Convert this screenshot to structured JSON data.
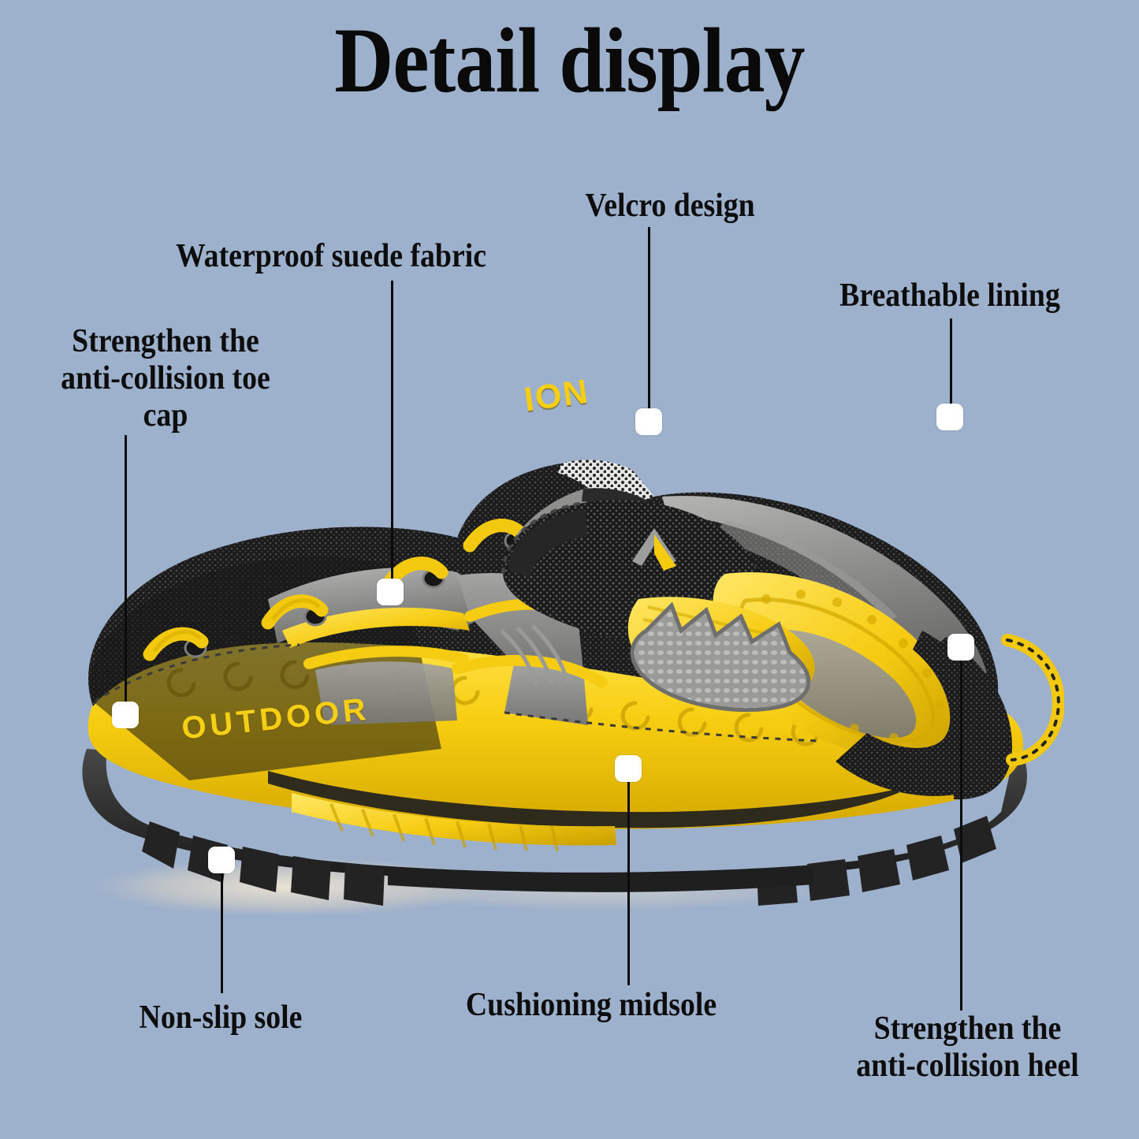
{
  "page": {
    "title": "Detail display",
    "background_color": "#9db0cc",
    "text_color": "#0d0d0d",
    "accent_yellow": "#f5cc12",
    "marker_color": "#ffffff"
  },
  "callouts": [
    {
      "id": "toe-cap",
      "label": "Strengthen the\nanti-collision toe\ncap",
      "align": "center"
    },
    {
      "id": "suede",
      "label": "Waterproof suede fabric",
      "align": "center"
    },
    {
      "id": "velcro",
      "label": "Velcro design",
      "align": "center"
    },
    {
      "id": "lining",
      "label": "Breathable lining",
      "align": "center"
    },
    {
      "id": "heel",
      "label": "Strengthen the\nanti-collision heel",
      "align": "center"
    },
    {
      "id": "midsole",
      "label": "Cushioning midsole",
      "align": "center"
    },
    {
      "id": "sole",
      "label": "Non-slip sole",
      "align": "center"
    }
  ],
  "product": {
    "toe_branding": "OUTDOOR",
    "strap_branding": "ION",
    "type": "kids hiking boot",
    "colors": {
      "upper_black": "#1d1d1d",
      "panel_grey": "#8e8e8e",
      "accent_yellow": "#f5cc12",
      "outsole_black": "#2e2e2e"
    }
  }
}
